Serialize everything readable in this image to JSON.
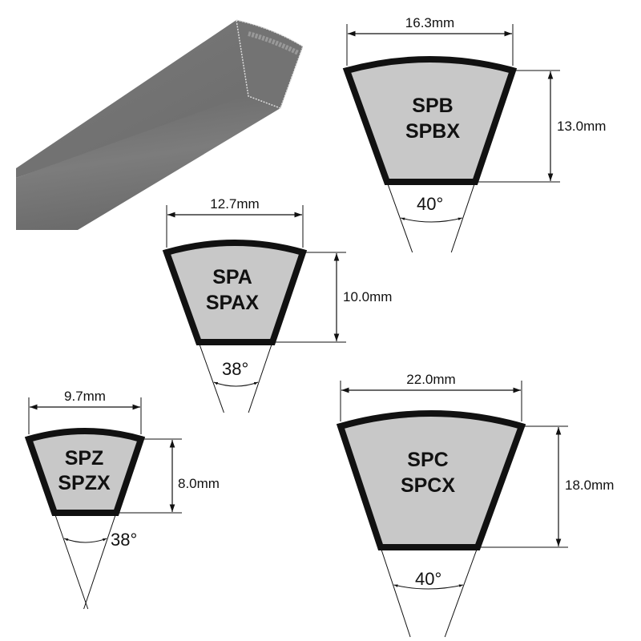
{
  "title": "Narrow V-belt cross sections",
  "illustration": "belt-3d-illustration",
  "sections": [
    {
      "id": "spb",
      "names": [
        "SPB",
        "SPBX"
      ],
      "top_width": "16.3mm",
      "height": "13.0mm",
      "angle": "40°"
    },
    {
      "id": "spa",
      "names": [
        "SPA",
        "SPAX"
      ],
      "top_width": "12.7mm",
      "height": "10.0mm",
      "angle": "38°"
    },
    {
      "id": "spz",
      "names": [
        "SPZ",
        "SPZX"
      ],
      "top_width": "9.7mm",
      "height": "8.0mm",
      "angle": "38°"
    },
    {
      "id": "spc",
      "names": [
        "SPC",
        "SPCX"
      ],
      "top_width": "22.0mm",
      "height": "18.0mm",
      "angle": "40°"
    }
  ],
  "colors": {
    "belt_body": "#6e6e6e",
    "section_fill": "#c8c8c8",
    "outline": "#111111"
  }
}
